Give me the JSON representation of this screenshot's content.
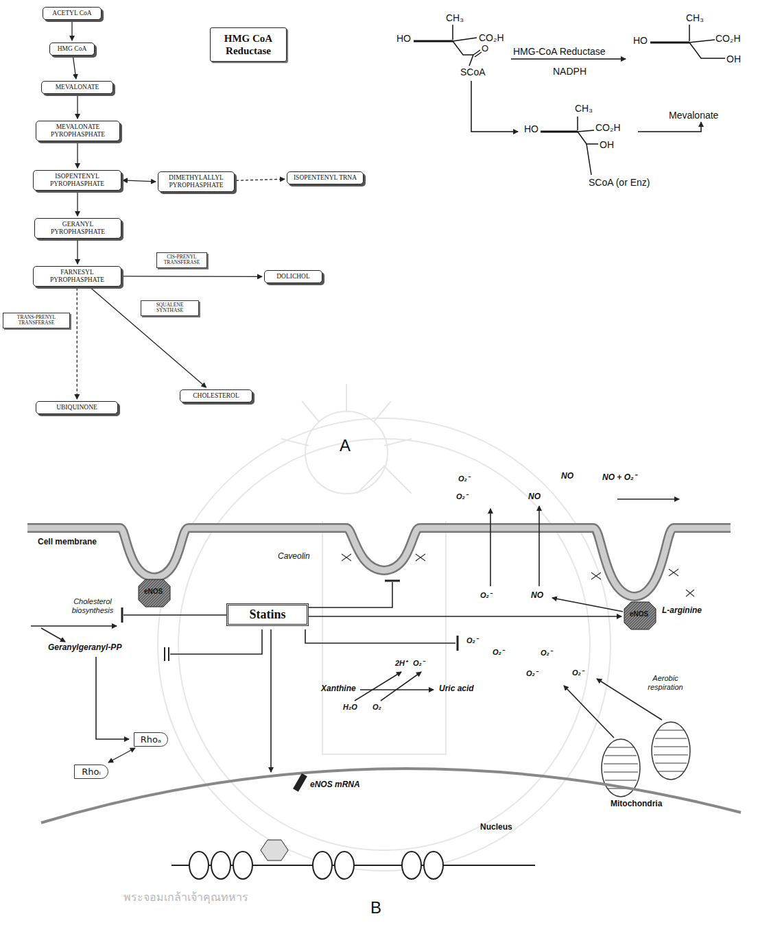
{
  "diagram": {
    "nodes": [
      {
        "text": [
          "ACETYL CoA"
        ]
      },
      {
        "text": [
          "HMG CoA"
        ]
      },
      {
        "text": [
          "MEVALONATE"
        ]
      },
      {
        "text": [
          "MEVALONATE PYROPHASPHATE"
        ]
      },
      {
        "text": [
          "ISOPENTENYL PYROPHASPHATE"
        ]
      },
      {
        "text": [
          "DIMETHYLALLYL PYROPHASPHATE"
        ]
      },
      {
        "text": [
          "ISOPENTENYL TRNA"
        ]
      },
      {
        "text": [
          "GERANYL PYROPHASPHATE"
        ]
      },
      {
        "text": [
          "FARNESYL PYROPHASPHATE"
        ]
      },
      {
        "text": [
          "CIS-PRENYL TRANSFERASE"
        ]
      },
      {
        "text": [
          "DOLICHOL"
        ]
      },
      {
        "text": [
          "SQUALENE SYNTHASE"
        ]
      },
      {
        "text": [
          "TRANS-PRENYL TRANSFERASE"
        ]
      },
      {
        "text": [
          "UBIQUINONE"
        ]
      },
      {
        "text": [
          "CHOLESTEROL"
        ]
      },
      {
        "text": [
          "HMG CoA Reductase"
        ]
      },
      {
        "text": [
          "Statins"
        ]
      },
      {
        "text": [
          "Rhoₐ"
        ]
      },
      {
        "text": [
          "Rhoᵢ"
        ]
      }
    ],
    "edges": [
      {
        "from": 0,
        "to": 1,
        "arrow": "to"
      },
      {
        "from": 1,
        "to": 2,
        "arrow": "to"
      },
      {
        "from": 2,
        "to": 3,
        "arrow": "to"
      },
      {
        "from": 3,
        "to": 4,
        "arrow": "to"
      },
      {
        "from": 4,
        "to": 5,
        "arrow": "both"
      },
      {
        "from": 5,
        "to": 6,
        "arrow": "to"
      },
      {
        "from": 4,
        "to": 7,
        "arrow": "to"
      },
      {
        "from": 7,
        "to": 8,
        "arrow": "to"
      },
      {
        "from": 8,
        "to": 10,
        "arrow": "to"
      },
      {
        "from": 8,
        "to": 14,
        "arrow": "to"
      },
      {
        "from": 8,
        "to": 13,
        "arrow": "to"
      },
      {
        "from": 17,
        "to": 18,
        "arrow": "both"
      }
    ],
    "labels": [
      "CH₃",
      "HO",
      "CO₂H",
      "O",
      "SCoA",
      "HMG-CoA Reductase",
      "NADPH",
      "CH₃",
      "HO",
      "CO₂H",
      "OH",
      "Mevalonate",
      "CH₃",
      "HO",
      "CO₂H",
      "OH",
      "SCoA (or Enz)",
      "A",
      "Cell membrane",
      "Caveolin",
      "eNOS",
      "Cholesterol biosynthesis",
      "Geranylgeranyl-PP",
      "eNOS",
      "L-arginine",
      "O₂⁻",
      "O₂⁻",
      "NO",
      "NO",
      "NO + O₂⁻",
      "O₂⁻",
      "NO",
      "O₂⁻",
      "2H⁺",
      "O₂⁻",
      "O₂⁻",
      "O₂⁻",
      "O₂⁻",
      "O₂⁻",
      "Xanthine",
      "Uric acid",
      "H₂O",
      "O₂",
      "Aerobic respiration",
      "eNOS mRNA",
      "Nucleus",
      "Mitochondria",
      "B",
      "พระจอมเกล้าเจ้าคุณทหาร"
    ]
  }
}
